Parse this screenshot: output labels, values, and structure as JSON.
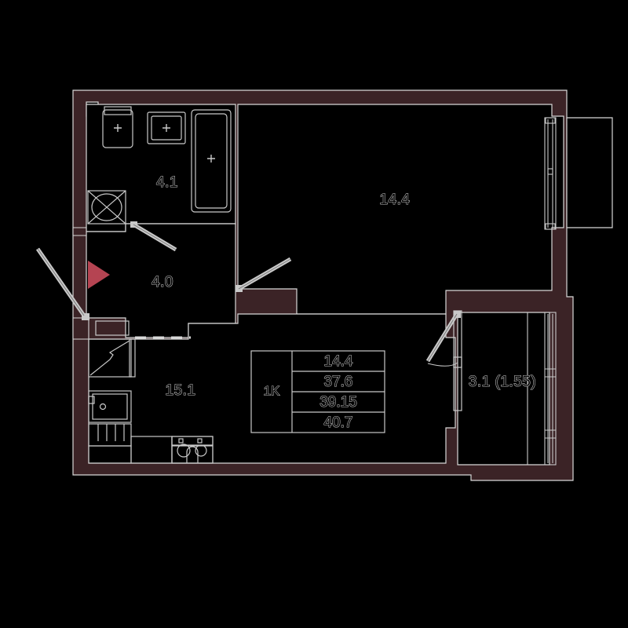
{
  "plan": {
    "title": "1K apartment floor plan",
    "colors": {
      "background": "#000000",
      "wall": "#3b2326",
      "wall_outline": "#d8d8d8",
      "fixture_line": "#c9c9c9",
      "text": "#c9c9c9",
      "entry_marker": "#b54452",
      "room_fill": "#000000"
    },
    "rooms": [
      {
        "id": "bathroom",
        "name": "bathroom",
        "area": "4.1"
      },
      {
        "id": "hallway",
        "name": "hallway",
        "area": "4.0"
      },
      {
        "id": "bedroom",
        "name": "bedroom",
        "area": "14.4"
      },
      {
        "id": "kitchen-living",
        "name": "kitchen living room",
        "area": "15.1"
      },
      {
        "id": "balcony",
        "name": "balcony",
        "area": "3.1 (1.55)"
      }
    ],
    "spec_table": {
      "type_label": "1K",
      "rows": [
        {
          "key": "living_area",
          "value": "14.4"
        },
        {
          "key": "area_without_balcony",
          "value": "37.6"
        },
        {
          "key": "area_with_coef",
          "value": "39.15"
        },
        {
          "key": "total_area",
          "value": "40.7"
        }
      ]
    },
    "markers": {
      "entrance_direction": "entry-arrow"
    },
    "fixtures": [
      {
        "id": "toilet",
        "room": "bathroom"
      },
      {
        "id": "sink",
        "room": "bathroom"
      },
      {
        "id": "bathtub",
        "room": "bathroom"
      },
      {
        "id": "washing-machine",
        "room": "bathroom"
      },
      {
        "id": "wardrobe",
        "room": "kitchen-living"
      },
      {
        "id": "kitchen-sink",
        "room": "kitchen-living"
      },
      {
        "id": "kitchen-counter",
        "room": "kitchen-living"
      },
      {
        "id": "stove",
        "room": "kitchen-living"
      },
      {
        "id": "niche",
        "room": "hallway"
      }
    ],
    "openings": [
      {
        "id": "entrance-door",
        "type": "door-swing"
      },
      {
        "id": "bathroom-door",
        "type": "door-swing"
      },
      {
        "id": "bedroom-door",
        "type": "door-swing"
      },
      {
        "id": "balcony-door",
        "type": "door-swing"
      },
      {
        "id": "bedroom-window",
        "type": "window"
      },
      {
        "id": "balcony-glazing",
        "type": "window"
      }
    ]
  }
}
